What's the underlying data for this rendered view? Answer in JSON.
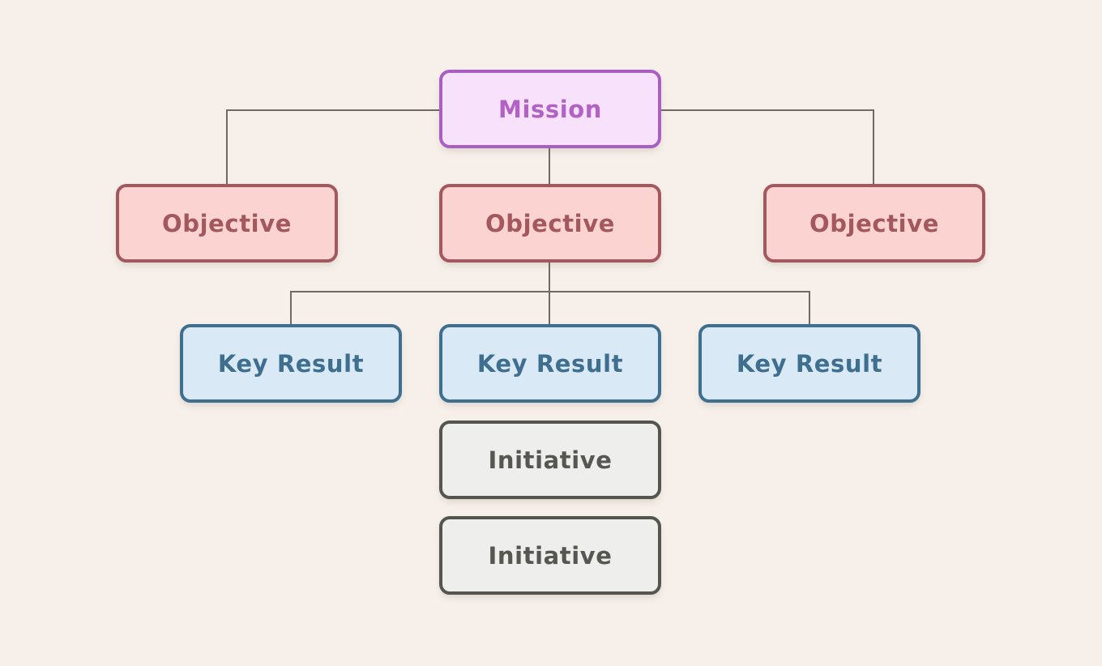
{
  "diagram": {
    "background": "#f7f0ea",
    "connector_color": "#6e6a66",
    "nodes": {
      "mission": {
        "label": "Mission",
        "fill": "#f8e2fb",
        "border": "#a95fc1",
        "text_color": "#b261c4"
      },
      "objective_left": {
        "label": "Objective",
        "fill": "#fbd3d0",
        "border": "#a2585d",
        "text_color": "#a2585d"
      },
      "objective_center": {
        "label": "Objective",
        "fill": "#fbd3d0",
        "border": "#a2585d",
        "text_color": "#a2585d"
      },
      "objective_right": {
        "label": "Objective",
        "fill": "#fbd3d0",
        "border": "#a2585d",
        "text_color": "#a2585d"
      },
      "key_result_left": {
        "label": "Key Result",
        "fill": "#d9e9f5",
        "border": "#3e6f8e",
        "text_color": "#3e6f8e"
      },
      "key_result_center": {
        "label": "Key Result",
        "fill": "#d9e9f5",
        "border": "#3e6f8e",
        "text_color": "#3e6f8e"
      },
      "key_result_right": {
        "label": "Key Result",
        "fill": "#d9e9f5",
        "border": "#3e6f8e",
        "text_color": "#3e6f8e"
      },
      "initiative_top": {
        "label": "Initiative",
        "fill": "#eeeeec",
        "border": "#54554f",
        "text_color": "#565751"
      },
      "initiative_bottom": {
        "label": "Initiative",
        "fill": "#eeeeec",
        "border": "#54554f",
        "text_color": "#565751"
      }
    },
    "edges": [
      {
        "from": "mission",
        "to": "objective_left"
      },
      {
        "from": "mission",
        "to": "objective_center"
      },
      {
        "from": "mission",
        "to": "objective_right"
      },
      {
        "from": "objective_center",
        "to": "key_result_left"
      },
      {
        "from": "objective_center",
        "to": "key_result_center"
      },
      {
        "from": "objective_center",
        "to": "key_result_right"
      }
    ]
  }
}
